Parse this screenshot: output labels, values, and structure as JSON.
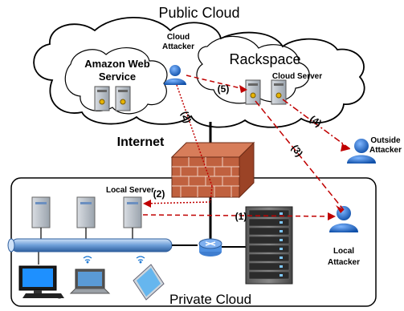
{
  "title": "Public Cloud",
  "clouds": {
    "aws": {
      "line1": "Amazon Web",
      "line2": "Service"
    },
    "rackspace": {
      "name": "Rackspace",
      "server_label": "Cloud Server"
    }
  },
  "internet_label": "Internet",
  "private_cloud_label": "Private Cloud",
  "local_server_label": "Local Server",
  "attackers": {
    "cloud": {
      "line1": "Cloud",
      "line2": "Attacker"
    },
    "outside": {
      "line1": "Outside",
      "line2": "Attacker"
    },
    "local": {
      "line1": "Local",
      "line2": "Attacker"
    }
  },
  "attack_paths": [
    "(1)",
    "(2)",
    "(3)",
    "(4)",
    "(5)",
    "(2)"
  ],
  "colors": {
    "attack_line": "#c00000",
    "attacker_blue": "#1f6fc9",
    "firewall": "#b8573a",
    "pipe": "#5b8fd0"
  }
}
